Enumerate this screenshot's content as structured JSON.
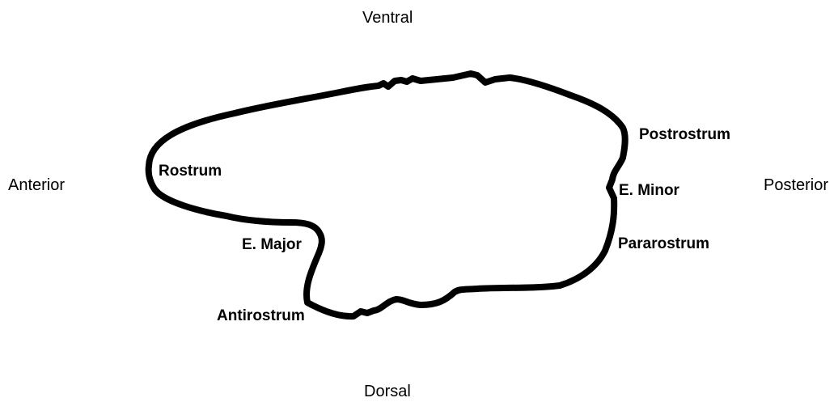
{
  "orientation": {
    "ventral": "Ventral",
    "dorsal": "Dorsal",
    "anterior": "Anterior",
    "posterior": "Posterior"
  },
  "landmarks": {
    "rostrum": "Rostrum",
    "e_major": "E. Major",
    "antirostrum": "Antirostrum",
    "postrostrum": "Postrostrum",
    "e_minor": "E. Minor",
    "pararostrum": "Pararostrum"
  },
  "colors": {
    "outline": "#000000",
    "background": "#ffffff"
  }
}
